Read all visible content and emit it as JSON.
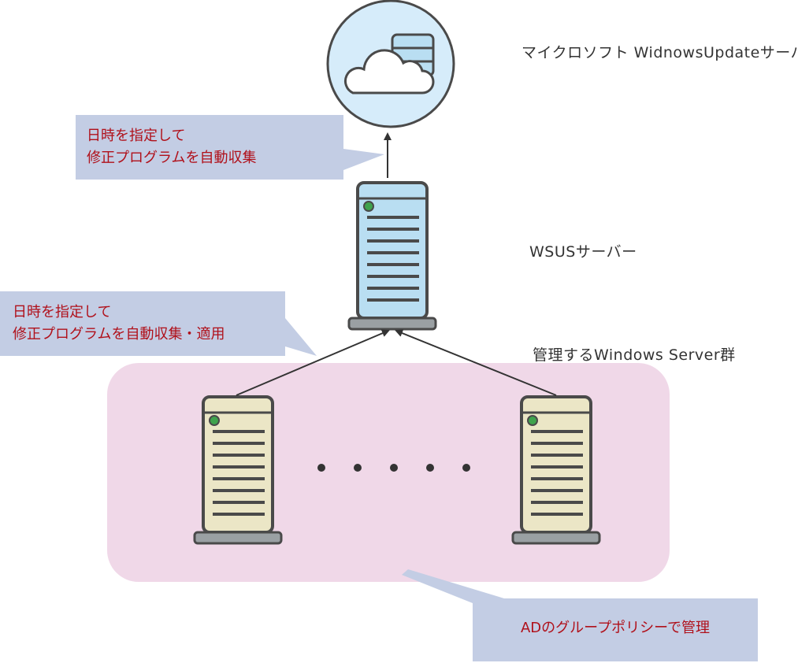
{
  "cloud": {
    "label_lines": [
      "マイクロソフト",
      "WidnowsUpdateサーバー"
    ],
    "icon": "cloud-database-icon"
  },
  "wsus": {
    "label": "WSUSサーバー",
    "icon": "server-tower-icon"
  },
  "managed_group": {
    "label": "管理するWindows Server群",
    "icon": "server-tower-icon",
    "ellipsis": "・・・・・"
  },
  "callouts": {
    "download": [
      "日時を指定して",
      "修正プログラムを自動収集"
    ],
    "apply": [
      "日時を指定して",
      "修正プログラムを自動収集・適用"
    ],
    "policy": [
      "ADのグループポリシーで管理"
    ]
  },
  "colors": {
    "callout_fill": "#c3cde4",
    "callout_text": "#b0101a",
    "group_fill": "#f0d8e8",
    "wsus_fill": "#b9def2",
    "client_fill": "#ebe6c6",
    "cloud_bg": "#d6ecfa",
    "outline": "#4a4a4a",
    "led": "#3fa34d"
  }
}
